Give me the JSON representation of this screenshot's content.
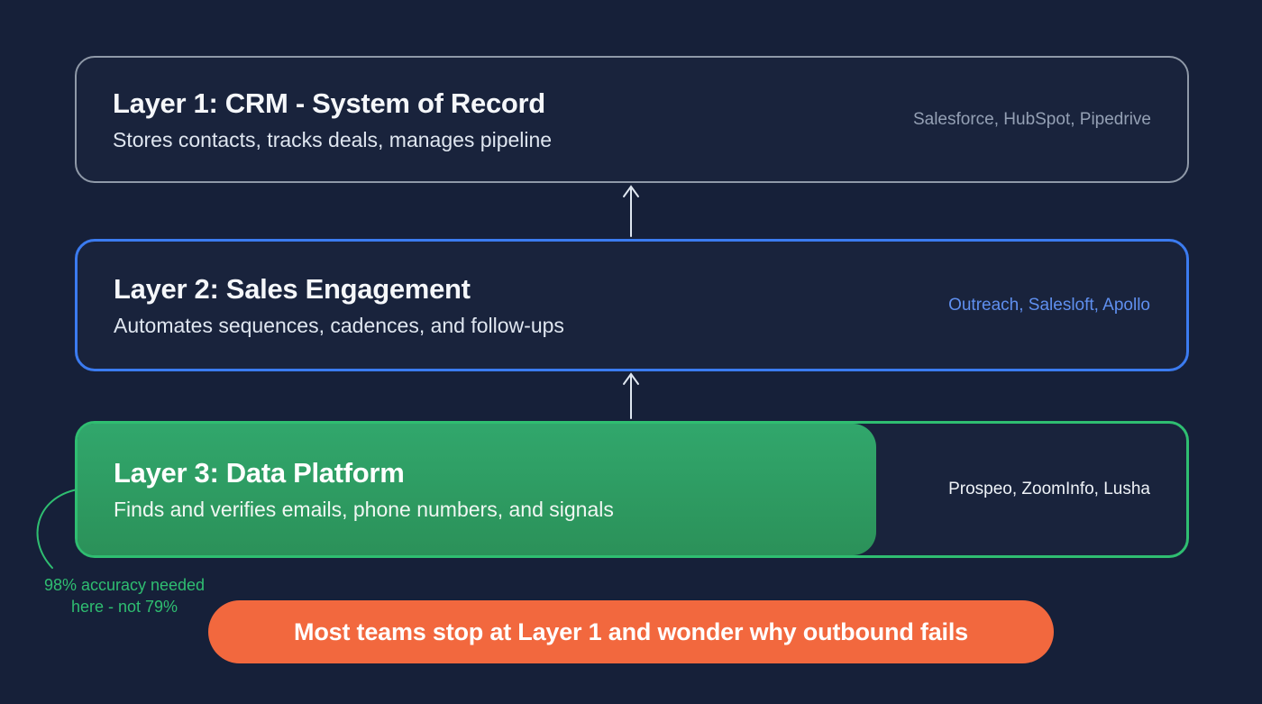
{
  "canvas": {
    "background_color": "#162039"
  },
  "layers": [
    {
      "title": "Layer 1: CRM - System of Record",
      "subtitle": "Stores contacts, tracks deals, manages pipeline",
      "vendors": "Salesforce, HubSpot, Pipedrive",
      "border_color": "#8f99a8",
      "vendor_text_color": "#94a0b4"
    },
    {
      "title": "Layer 2: Sales Engagement",
      "subtitle": "Automates sequences, cadences, and follow-ups",
      "vendors": "Outreach, Salesloft, Apollo",
      "border_color": "#3b7bf0",
      "vendor_text_color": "#5f8fef"
    },
    {
      "title": "Layer 3: Data Platform",
      "subtitle": "Finds and verifies emails, phone numbers, and signals",
      "vendors": "Prospeo, ZoomInfo, Lusha",
      "border_color": "#2fbe71",
      "highlight_fill_color": "#2e9e63",
      "vendor_text_color": "#eef2f7"
    }
  ],
  "annotation": {
    "line1": "98% accuracy needed",
    "line2": "here - not 79%",
    "color": "#2fbe71"
  },
  "banner": {
    "text": "Most teams stop at Layer 1 and wonder why outbound fails",
    "background_color": "#f2683e"
  }
}
